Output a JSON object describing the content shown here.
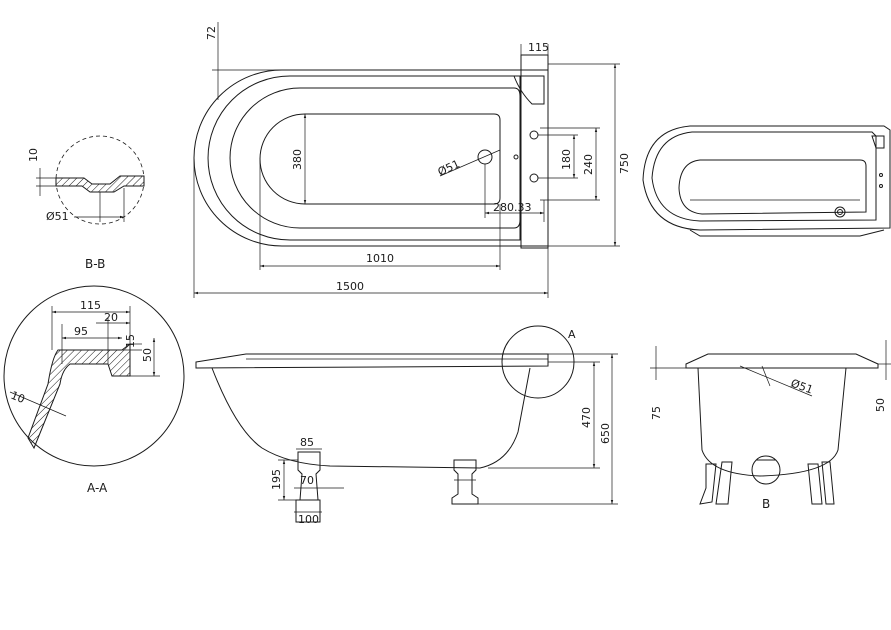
{
  "plan_view": {
    "overall_length": "1500",
    "inner_length": "1010",
    "overall_width": "750",
    "inner_width": "380",
    "top_offset": "72",
    "tap_deck_width": "115",
    "tap_spacing": "180",
    "tap_deck_depth": "240",
    "waste_diameter": "Ø51",
    "waste_offset": "280.33"
  },
  "side_view": {
    "overall_height": "650",
    "rim_height": "470",
    "foot_height": "195",
    "foot_top_width": "85",
    "foot_mid_width": "70",
    "foot_base_width": "100",
    "section_marker": "A"
  },
  "end_view": {
    "rim_depth": "75",
    "lip_depth": "50",
    "waste_diameter": "Ø51",
    "section_marker": "B"
  },
  "section_aa": {
    "caption": "A-A",
    "rim_width": "115",
    "inner_width": "95",
    "lip_width": "20",
    "lip_height": "15",
    "rim_depth": "50",
    "wall_thickness": "10"
  },
  "section_bb": {
    "caption": "B-B",
    "flange_thickness": "10",
    "waste_diameter": "Ø51"
  }
}
